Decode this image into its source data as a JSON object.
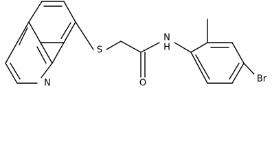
{
  "atoms": {
    "n_quinoline": "N",
    "s_thioether": "S",
    "o_carbonyl": "O",
    "nh_amide": "N",
    "h_amide": "H",
    "br_substituent": "Br"
  },
  "colors": {
    "bond": "#000000",
    "label": "#000000",
    "background": "#ffffff"
  }
}
